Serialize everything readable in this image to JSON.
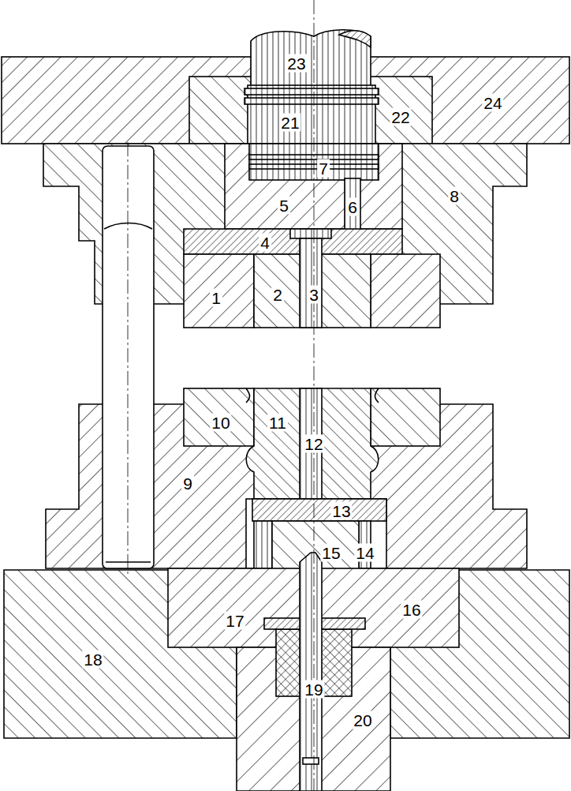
{
  "diagram": {
    "labels": [
      "23",
      "24",
      "21",
      "22",
      "7",
      "8",
      "5",
      "6",
      "4",
      "1",
      "2",
      "3",
      "10",
      "11",
      "12",
      "9",
      "13",
      "15",
      "14",
      "17",
      "16",
      "18",
      "19",
      "20"
    ]
  }
}
